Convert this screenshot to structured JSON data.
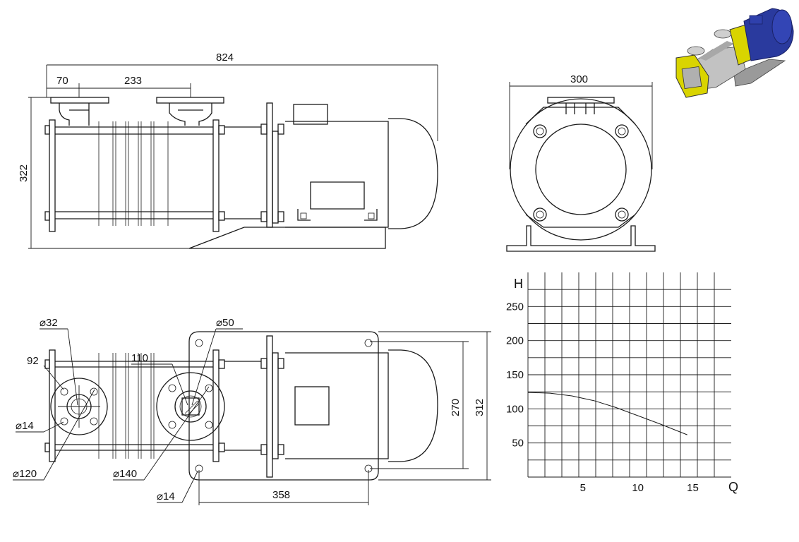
{
  "dimensions": {
    "front": {
      "overall": "824",
      "inlet_offset": "70",
      "port_spacing": "233",
      "height": "322"
    },
    "end": {
      "width": "300"
    },
    "top": {
      "inlet_dia": "⌀32",
      "outlet_dia": "⌀50",
      "inlet_bolt": "92",
      "outlet_bolt": "110",
      "inlet_hole": "⌀14",
      "inlet_flange": "⌀120",
      "outlet_flange": "⌀140",
      "base_hole": "⌀14",
      "base_length": "358",
      "base_inner": "270",
      "base_outer": "312"
    }
  },
  "chart_data": {
    "type": "line",
    "title": "",
    "xlabel": "Q",
    "ylabel": "H",
    "xlim": [
      0,
      18.5
    ],
    "ylim": [
      0,
      300
    ],
    "grid": true,
    "x_ticks": [
      5,
      10,
      15
    ],
    "y_ticks": [
      50,
      100,
      150,
      200,
      250
    ],
    "series": [
      {
        "x": [
          0,
          2,
          4,
          6,
          8,
          10,
          12,
          14.5
        ],
        "y": [
          124,
          123,
          119,
          112,
          102,
          90,
          78,
          62
        ]
      }
    ]
  },
  "colors": {
    "motor": "#2a3a9e",
    "flange": "#d9d400",
    "body": "#b8b8b8"
  },
  "thumbnail": {
    "icon": "pump-3d-render"
  }
}
